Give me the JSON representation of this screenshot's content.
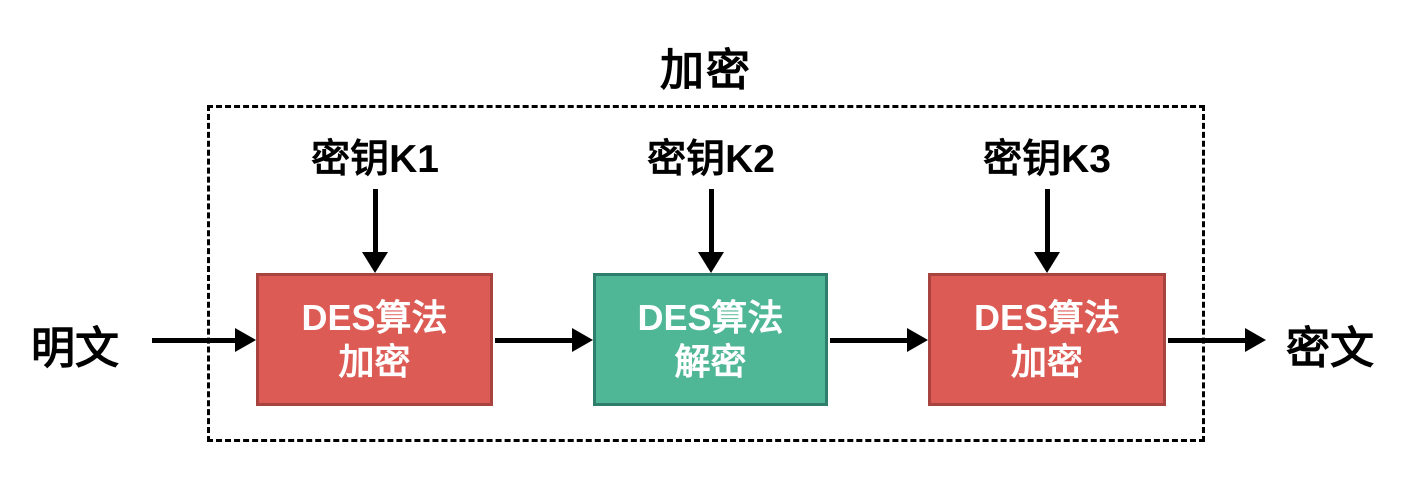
{
  "diagram": {
    "title": "加密",
    "keys": [
      {
        "label": "密钥K1"
      },
      {
        "label": "密钥K2"
      },
      {
        "label": "密钥K3"
      }
    ],
    "nodes": [
      {
        "line1": "DES算法",
        "line2": "加密",
        "fill": "#DC5B55",
        "border": "#A94340",
        "text_color": "#FFFFFF"
      },
      {
        "line1": "DES算法",
        "line2": "解密",
        "fill": "#4FB696",
        "border": "#2F7E6B",
        "text_color": "#FFFFFF"
      },
      {
        "line1": "DES算法",
        "line2": "加密",
        "fill": "#DC5B55",
        "border": "#A94340",
        "text_color": "#FFFFFF"
      }
    ],
    "input_label": "明文",
    "output_label": "密文",
    "colors": {
      "arrow": "#000000",
      "boundary_border": "#000000",
      "background": "#FFFFFF",
      "title_color": "#000000"
    }
  }
}
